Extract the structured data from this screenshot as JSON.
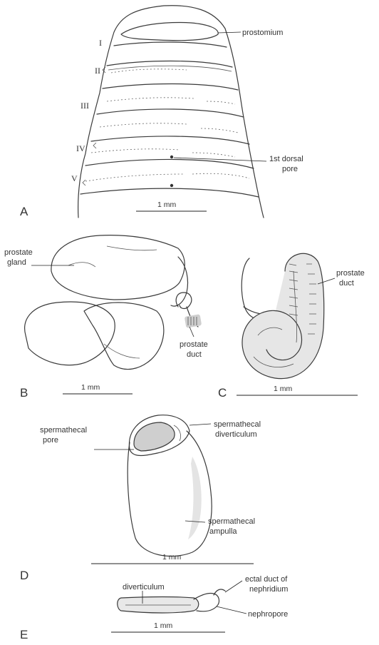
{
  "panels": {
    "A": {
      "letter": "A",
      "segments": [
        "I",
        "II",
        "III",
        "IV",
        "V"
      ],
      "labels": {
        "prostomium": "prostomium",
        "dorsal_pore": [
          "1st dorsal",
          "pore"
        ]
      },
      "scale": "1 mm"
    },
    "B": {
      "letter": "B",
      "labels": {
        "prostate_gland": [
          "prostate",
          "gland"
        ],
        "prostate_duct": [
          "prostate",
          "duct"
        ]
      },
      "scale": "1 mm"
    },
    "C": {
      "letter": "C",
      "labels": {
        "prostate_duct": [
          "prostate",
          "duct"
        ]
      },
      "scale": "1 mm"
    },
    "D": {
      "letter": "D",
      "labels": {
        "spermathecal_pore": [
          "spermathecal",
          "pore"
        ],
        "spermathecal_diverticulum": [
          "spermathecal",
          "diverticulum"
        ],
        "spermathecal_ampulla": [
          "spermathecal",
          "ampulla"
        ]
      },
      "scale": "1 mm"
    },
    "E": {
      "letter": "E",
      "labels": {
        "diverticulum": "diverticulum",
        "ectal_duct": [
          "ectal duct of",
          "nephridium"
        ],
        "nephropore": "nephropore"
      },
      "scale": "1 mm"
    }
  }
}
